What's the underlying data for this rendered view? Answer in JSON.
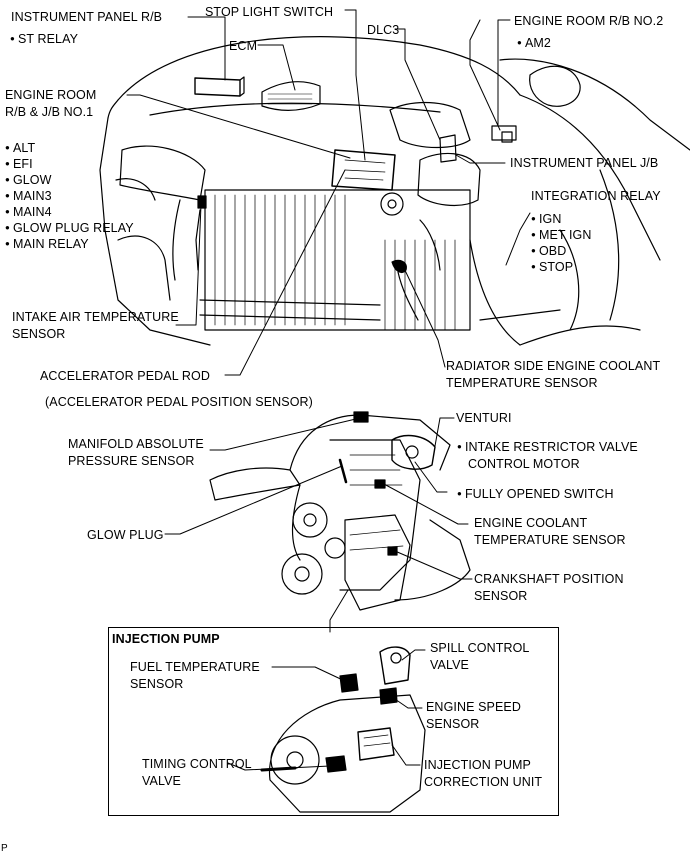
{
  "labels": {
    "instrument_panel_rb": "INSTRUMENT PANEL R/B",
    "st_relay": "ST RELAY",
    "stop_light_switch": "STOP LIGHT SWITCH",
    "ecm": "ECM",
    "dlc3": "DLC3",
    "engine_room_rb_no2": "ENGINE ROOM R/B NO.2",
    "am2": "AM2",
    "engine_room_rb_jb_line1": "ENGINE ROOM",
    "engine_room_rb_jb_line2": "R/B & J/B NO.1",
    "instrument_panel_jb": "INSTRUMENT PANEL J/B",
    "integration_relay": "INTEGRATION RELAY",
    "intake_air_temp_line1": "INTAKE AIR TEMPERATURE",
    "intake_air_temp_line2": "SENSOR",
    "accelerator_pedal_rod": "ACCELERATOR PEDAL ROD",
    "radiator_side_line1": "RADIATOR SIDE ENGINE COOLANT",
    "radiator_side_line2": "TEMPERATURE SENSOR",
    "accel_pedal_position_sensor": "(ACCELERATOR PEDAL POSITION SENSOR)",
    "map_line1": "MANIFOLD ABSOLUTE",
    "map_line2": "PRESSURE SENSOR",
    "venturi": "VENTURI",
    "intake_restrictor_line1": "INTAKE RESTRICTOR VALVE",
    "intake_restrictor_line2": "CONTROL MOTOR",
    "fully_opened_switch": "FULLY OPENED SWITCH",
    "glow_plug": "GLOW PLUG",
    "ect_line1": "ENGINE COOLANT",
    "ect_line2": "TEMPERATURE SENSOR",
    "ckp_line1": "CRANKSHAFT POSITION",
    "ckp_line2": "SENSOR",
    "injection_pump": "INJECTION PUMP",
    "fuel_temp_line1": "FUEL TEMPERATURE",
    "fuel_temp_line2": "SENSOR",
    "spill_line1": "SPILL CONTROL",
    "spill_line2": "VALVE",
    "engine_speed_line1": "ENGINE SPEED",
    "engine_speed_line2": "SENSOR",
    "timing_line1": "TIMING CONTROL",
    "timing_line2": "VALVE",
    "correction_line1": "INJECTION PUMP",
    "correction_line2": "CORRECTION UNIT",
    "footer_code": "P"
  },
  "relay_list": [
    "ALT",
    "EFI",
    "GLOW",
    "MAIN3",
    "MAIN4",
    "GLOW PLUG RELAY",
    "MAIN RELAY"
  ],
  "integration_list": [
    "IGN",
    "MET IGN",
    "OBD",
    "STOP"
  ]
}
